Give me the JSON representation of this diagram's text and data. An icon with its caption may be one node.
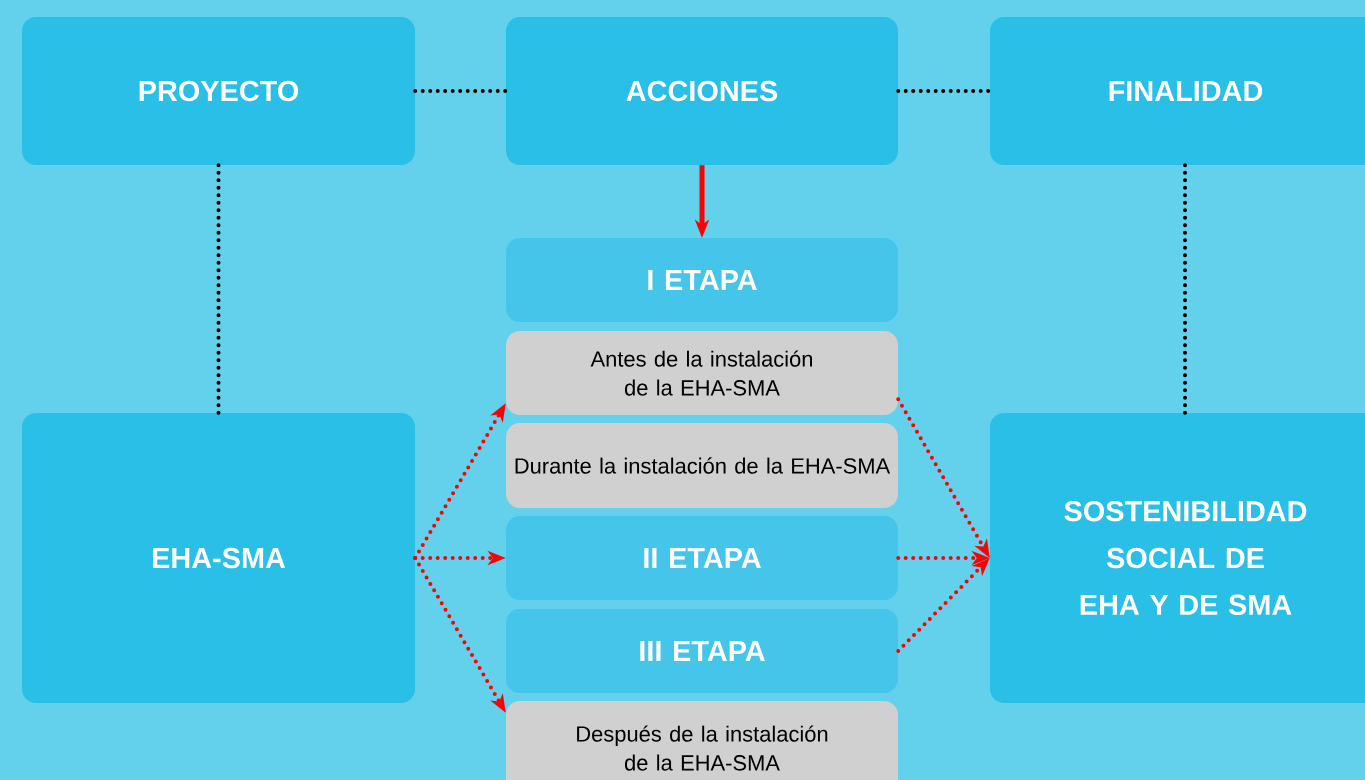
{
  "diagram": {
    "nodes": [
      {
        "text": [
          "PROYECTO"
        ]
      },
      {
        "text": [
          "ACCIONES"
        ]
      },
      {
        "text": [
          "FINALIDAD"
        ]
      },
      {
        "text": [
          "I ETAPA"
        ]
      },
      {
        "text": [
          "Antes de la instalación de la EHA-SMA"
        ]
      },
      {
        "text": [
          "Durante la instalación de la EHA-SMA"
        ]
      },
      {
        "text": [
          "II ETAPA"
        ]
      },
      {
        "text": [
          "III ETAPA"
        ]
      },
      {
        "text": [
          "Después de la instalación de la EHA-SMA"
        ]
      },
      {
        "text": [
          "EHA-SMA"
        ]
      },
      {
        "text": [
          "SOSTENIBILIDAD SOCIAL DE EHA Y DE SMA"
        ]
      }
    ],
    "edges": [
      {
        "from": 0,
        "to": 1,
        "arrow": "none",
        "style": "dashed",
        "color": "#000000"
      },
      {
        "from": 1,
        "to": 2,
        "arrow": "none",
        "style": "dashed",
        "color": "#000000"
      },
      {
        "from": 0,
        "to": 9,
        "arrow": "none",
        "style": "dashed",
        "color": "#000000"
      },
      {
        "from": 2,
        "to": 10,
        "arrow": "none",
        "style": "dashed",
        "color": "#000000"
      },
      {
        "from": 1,
        "to": 3,
        "arrow": "to"
      },
      {
        "from": 9,
        "to": 4,
        "arrow": "to",
        "style": "dashed"
      },
      {
        "from": 9,
        "to": 6,
        "arrow": "to",
        "style": "dashed"
      },
      {
        "from": 9,
        "to": 8,
        "arrow": "to",
        "style": "dashed"
      },
      {
        "from": 4,
        "to": 10,
        "arrow": "to",
        "style": "dashed"
      },
      {
        "from": 6,
        "to": 10,
        "arrow": "to",
        "style": "dashed"
      },
      {
        "from": 7,
        "to": 10,
        "arrow": "to",
        "style": "dashed"
      }
    ]
  }
}
